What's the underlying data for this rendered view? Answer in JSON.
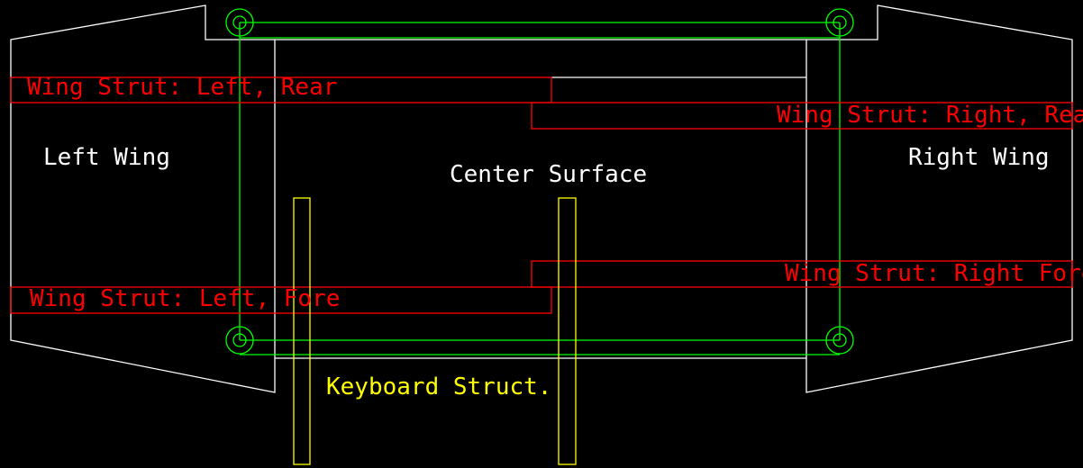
{
  "labels": {
    "left_wing": "Left Wing",
    "right_wing": "Right Wing",
    "center_surface": "Center Surface",
    "keyboard_struct": "Keyboard Struct.",
    "strut_left_rear": "Wing Strut: Left, Rear",
    "strut_right_rear": "Wing Strut: Right, Rear",
    "strut_right_fore": "Wing Strut: Right Fore",
    "strut_left_fore": "Wing Strut: Left, Fore"
  },
  "colors": {
    "background": "#000000",
    "outline": "#ffffff",
    "strut": "#ff0000",
    "frame": "#00ff00",
    "keyboard": "#ffff00"
  }
}
